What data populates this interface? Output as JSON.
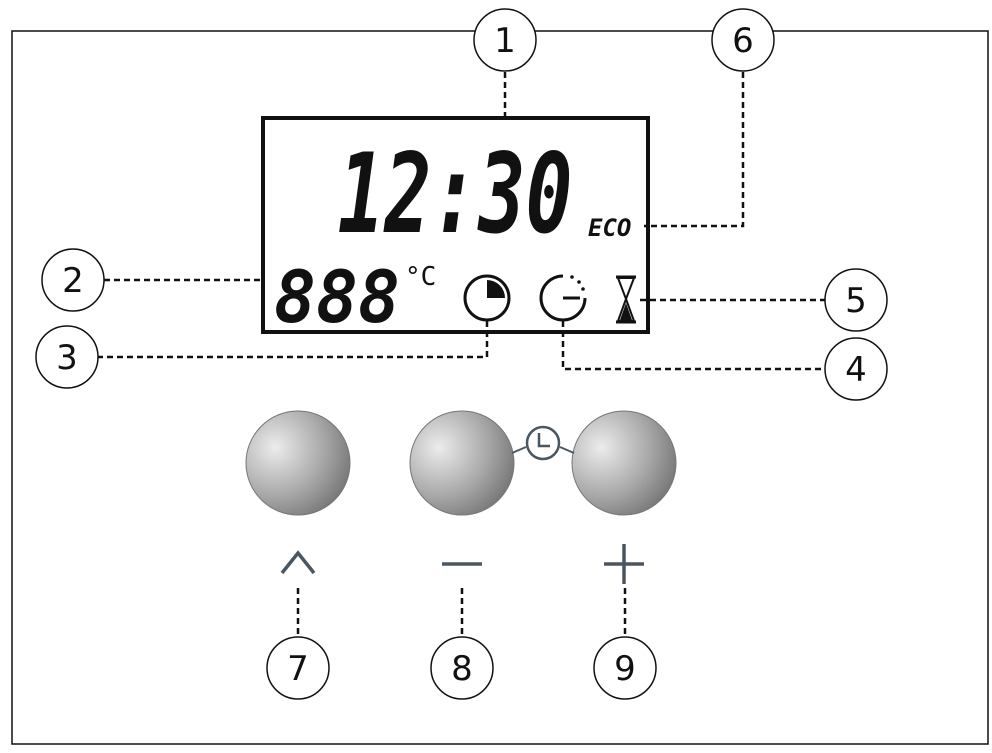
{
  "display": {
    "time": "12:30",
    "eco_label": "ECO",
    "temperature": "888",
    "temp_unit": "°C"
  },
  "callouts": [
    {
      "number": "1",
      "target": "time-display"
    },
    {
      "number": "2",
      "target": "temperature-display"
    },
    {
      "number": "3",
      "target": "duration-icon"
    },
    {
      "number": "4",
      "target": "end-time-icon"
    },
    {
      "number": "5",
      "target": "timer-hourglass-icon"
    },
    {
      "number": "6",
      "target": "eco-indicator"
    },
    {
      "number": "7",
      "target": "up-button"
    },
    {
      "number": "8",
      "target": "minus-button"
    },
    {
      "number": "9",
      "target": "plus-button"
    }
  ],
  "icons": {
    "duration": "pie-clock-icon",
    "end_time": "dotted-clock-icon",
    "timer": "hourglass-icon",
    "clock_link": "clock-icon",
    "up": "chevron-up-icon",
    "minus": "minus-icon",
    "plus": "plus-icon"
  },
  "colors": {
    "line": "#111111",
    "button_light": "#e8e8e8",
    "button_dark": "#6f6f6f",
    "symbol": "#4a5660"
  }
}
